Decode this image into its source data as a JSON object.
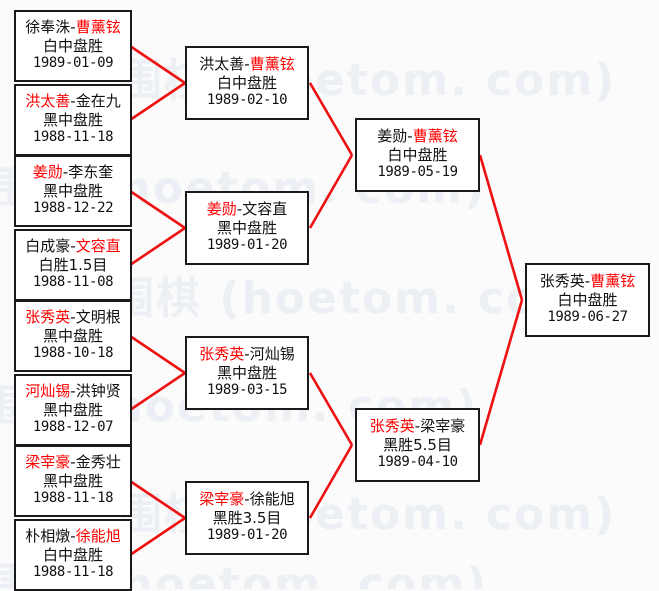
{
  "watermark": {
    "text": "围棋 (hoetom. com)",
    "color": "#eceff3"
  },
  "theme": {
    "winner_color": "#ff0000",
    "text_color": "#111111",
    "box_border": "#1a1a1a",
    "box_fill": "#ffffff",
    "connector_color": "#ee1111",
    "page_background": "#fbfbfc"
  },
  "bracket": {
    "type": "single-elimination",
    "rounds": 4,
    "round1": [
      {
        "left": "徐奉洙",
        "right": "曹薰铉",
        "winner": "right",
        "result": "白中盘胜",
        "date": "1989-01-09"
      },
      {
        "left": "洪太善",
        "right": "金在九",
        "winner": "left",
        "result": "黑中盘胜",
        "date": "1988-11-18"
      },
      {
        "left": "姜勋",
        "right": "李东奎",
        "winner": "left",
        "result": "黑中盘胜",
        "date": "1988-12-22"
      },
      {
        "left": "白成豪",
        "right": "文容直",
        "winner": "right",
        "result": "白胜1.5目",
        "date": "1988-11-08"
      },
      {
        "left": "张秀英",
        "right": "文明根",
        "winner": "left",
        "result": "黑中盘胜",
        "date": "1988-10-18"
      },
      {
        "left": "河灿锡",
        "right": "洪钟贤",
        "winner": "left",
        "result": "黑中盘胜",
        "date": "1988-12-07"
      },
      {
        "left": "梁宰豪",
        "right": "金秀壮",
        "winner": "left",
        "result": "黑中盘胜",
        "date": "1988-11-18"
      },
      {
        "left": "朴相燉",
        "right": "徐能旭",
        "winner": "right",
        "result": "白中盘胜",
        "date": "1988-11-18"
      }
    ],
    "round2": [
      {
        "left": "洪太善",
        "right": "曹薰铉",
        "winner": "right",
        "result": "白中盘胜",
        "date": "1989-02-10"
      },
      {
        "left": "姜勋",
        "right": "文容直",
        "winner": "left",
        "result": "黑中盘胜",
        "date": "1989-01-20"
      },
      {
        "left": "张秀英",
        "right": "河灿锡",
        "winner": "left",
        "result": "黑中盘胜",
        "date": "1989-03-15"
      },
      {
        "left": "梁宰豪",
        "right": "徐能旭",
        "winner": "left",
        "result": "黑胜3.5目",
        "date": "1989-01-20"
      }
    ],
    "round3": [
      {
        "left": "姜勋",
        "right": "曹薰铉",
        "winner": "right",
        "result": "白中盘胜",
        "date": "1989-05-19"
      },
      {
        "left": "张秀英",
        "right": "梁宰豪",
        "winner": "left",
        "result": "黑胜5.5目",
        "date": "1989-04-10"
      }
    ],
    "round4": [
      {
        "left": "张秀英",
        "right": "曹薰铉",
        "winner": "right",
        "result": "白中盘胜",
        "date": "1989-06-27"
      }
    ]
  }
}
